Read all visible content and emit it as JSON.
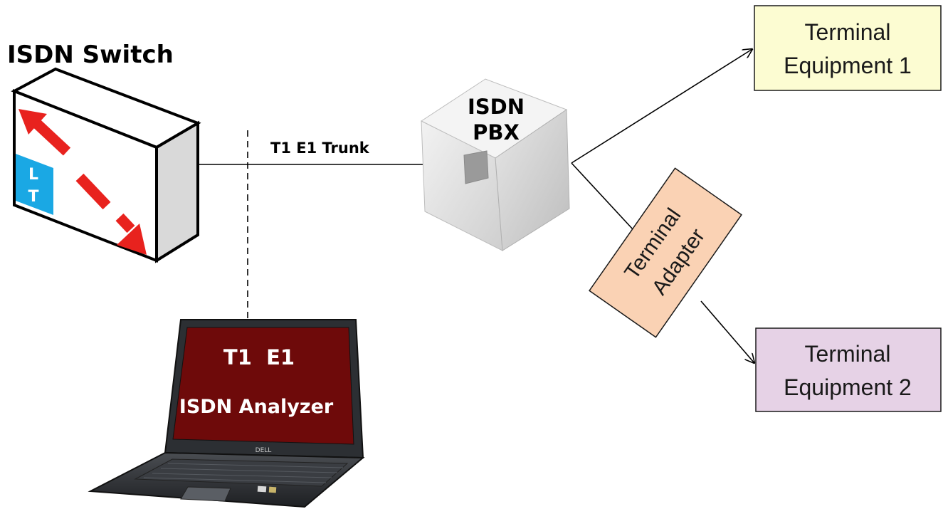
{
  "title": "ISDN Switch",
  "switch": {
    "lt_top": "L",
    "lt_bottom": "T"
  },
  "trunk_label": "T1 E1 Trunk",
  "pbx": {
    "line1": "ISDN",
    "line2": "PBX"
  },
  "terminal_equipment_1": {
    "line1": "Terminal",
    "line2": "Equipment 1"
  },
  "terminal_equipment_2": {
    "line1": "Terminal",
    "line2": "Equipment 2"
  },
  "terminal_adapter": {
    "line1": "Terminal",
    "line2": "Adapter"
  },
  "laptop": {
    "line1": "T1  E1",
    "line2": "ISDN Analyzer",
    "brand": "DELL"
  },
  "colors": {
    "arrow": "#e8221e",
    "lt_badge": "#1aa8e4",
    "te1_fill": "#fcfcd2",
    "te2_fill": "#e6d2e6",
    "adapter_fill": "#fad2b4",
    "screen": "#6e0a0a"
  }
}
